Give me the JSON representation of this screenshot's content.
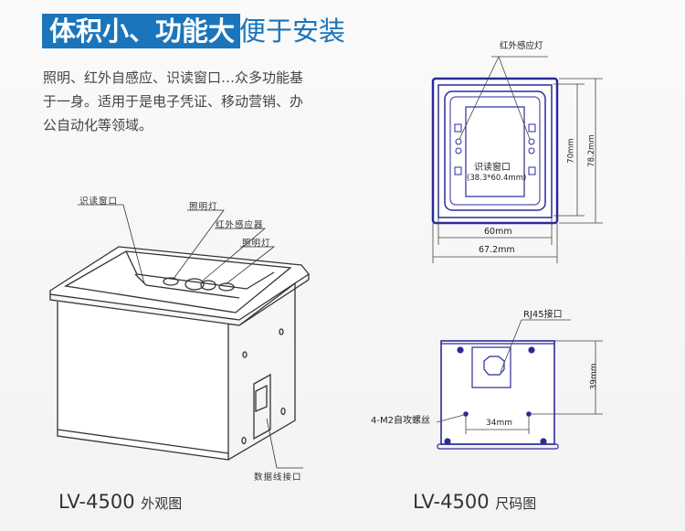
{
  "header": {
    "title_highlight": "体积小、功能大",
    "title_rest": "便于安装"
  },
  "description": "照明、红外自感应、识读窗口…众多功能基于一身。适用于是电子凭证、移动营销、办公自动化等领域。",
  "exterior": {
    "labels": {
      "window": "识读窗口",
      "light1": "照明灯",
      "ir_sensor": "红外感应器",
      "light2": "照明灯",
      "data_port": "数据线接口"
    },
    "caption_model": "LV-4500",
    "caption_text": "外观图"
  },
  "dimensions": {
    "top_view": {
      "ir_light": "红外感应灯",
      "window": "识读窗口",
      "window_size": "(38.3*60.4mm)",
      "height_inner": "70mm",
      "height_outer": "78.2mm",
      "width_inner": "60mm",
      "width_outer": "67.2mm"
    },
    "back_view": {
      "rj45": "RJ45接口",
      "screws": "4-M2自攻螺丝",
      "hole_spacing": "34mm",
      "height": "39mm"
    },
    "caption_model": "LV-4500",
    "caption_text": "尺码图"
  },
  "colors": {
    "accent": "#1a75bb",
    "drawing": "#2b2a9a"
  }
}
